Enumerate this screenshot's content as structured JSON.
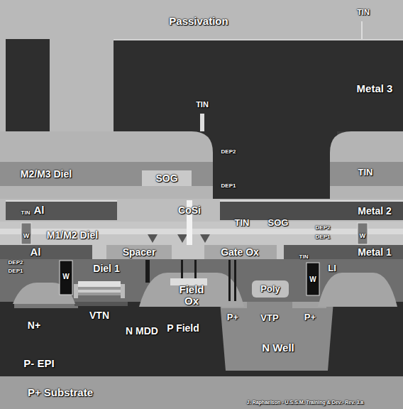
{
  "diagram": {
    "labels": [
      "Passivation",
      "TIN",
      "Metal 3",
      "TIN",
      "DEP2",
      "M2/M3 Diel",
      "SOG",
      "DEP1",
      "TIN",
      "TIN",
      "Al",
      "CoSi",
      "TIN",
      "SOG",
      "Metal 2",
      "W",
      "M1/M2 Diel",
      "DEP2",
      "DEP1",
      "W",
      "Al",
      "Spacer",
      "Gate Ox",
      "Metal 1",
      "DEP2",
      "DEP1",
      "W",
      "Diel 1",
      "TIN",
      "W",
      "LI",
      "Field Ox",
      "Poly",
      "N+",
      "VTN",
      "N MDD",
      "P Field",
      "P+",
      "VTP",
      "P+",
      "N Well",
      "P- EPI",
      "P+ Substrate",
      "J. Raphaelson - U.S.S.M. Training & Dev.- Rev. 3.a"
    ]
  }
}
